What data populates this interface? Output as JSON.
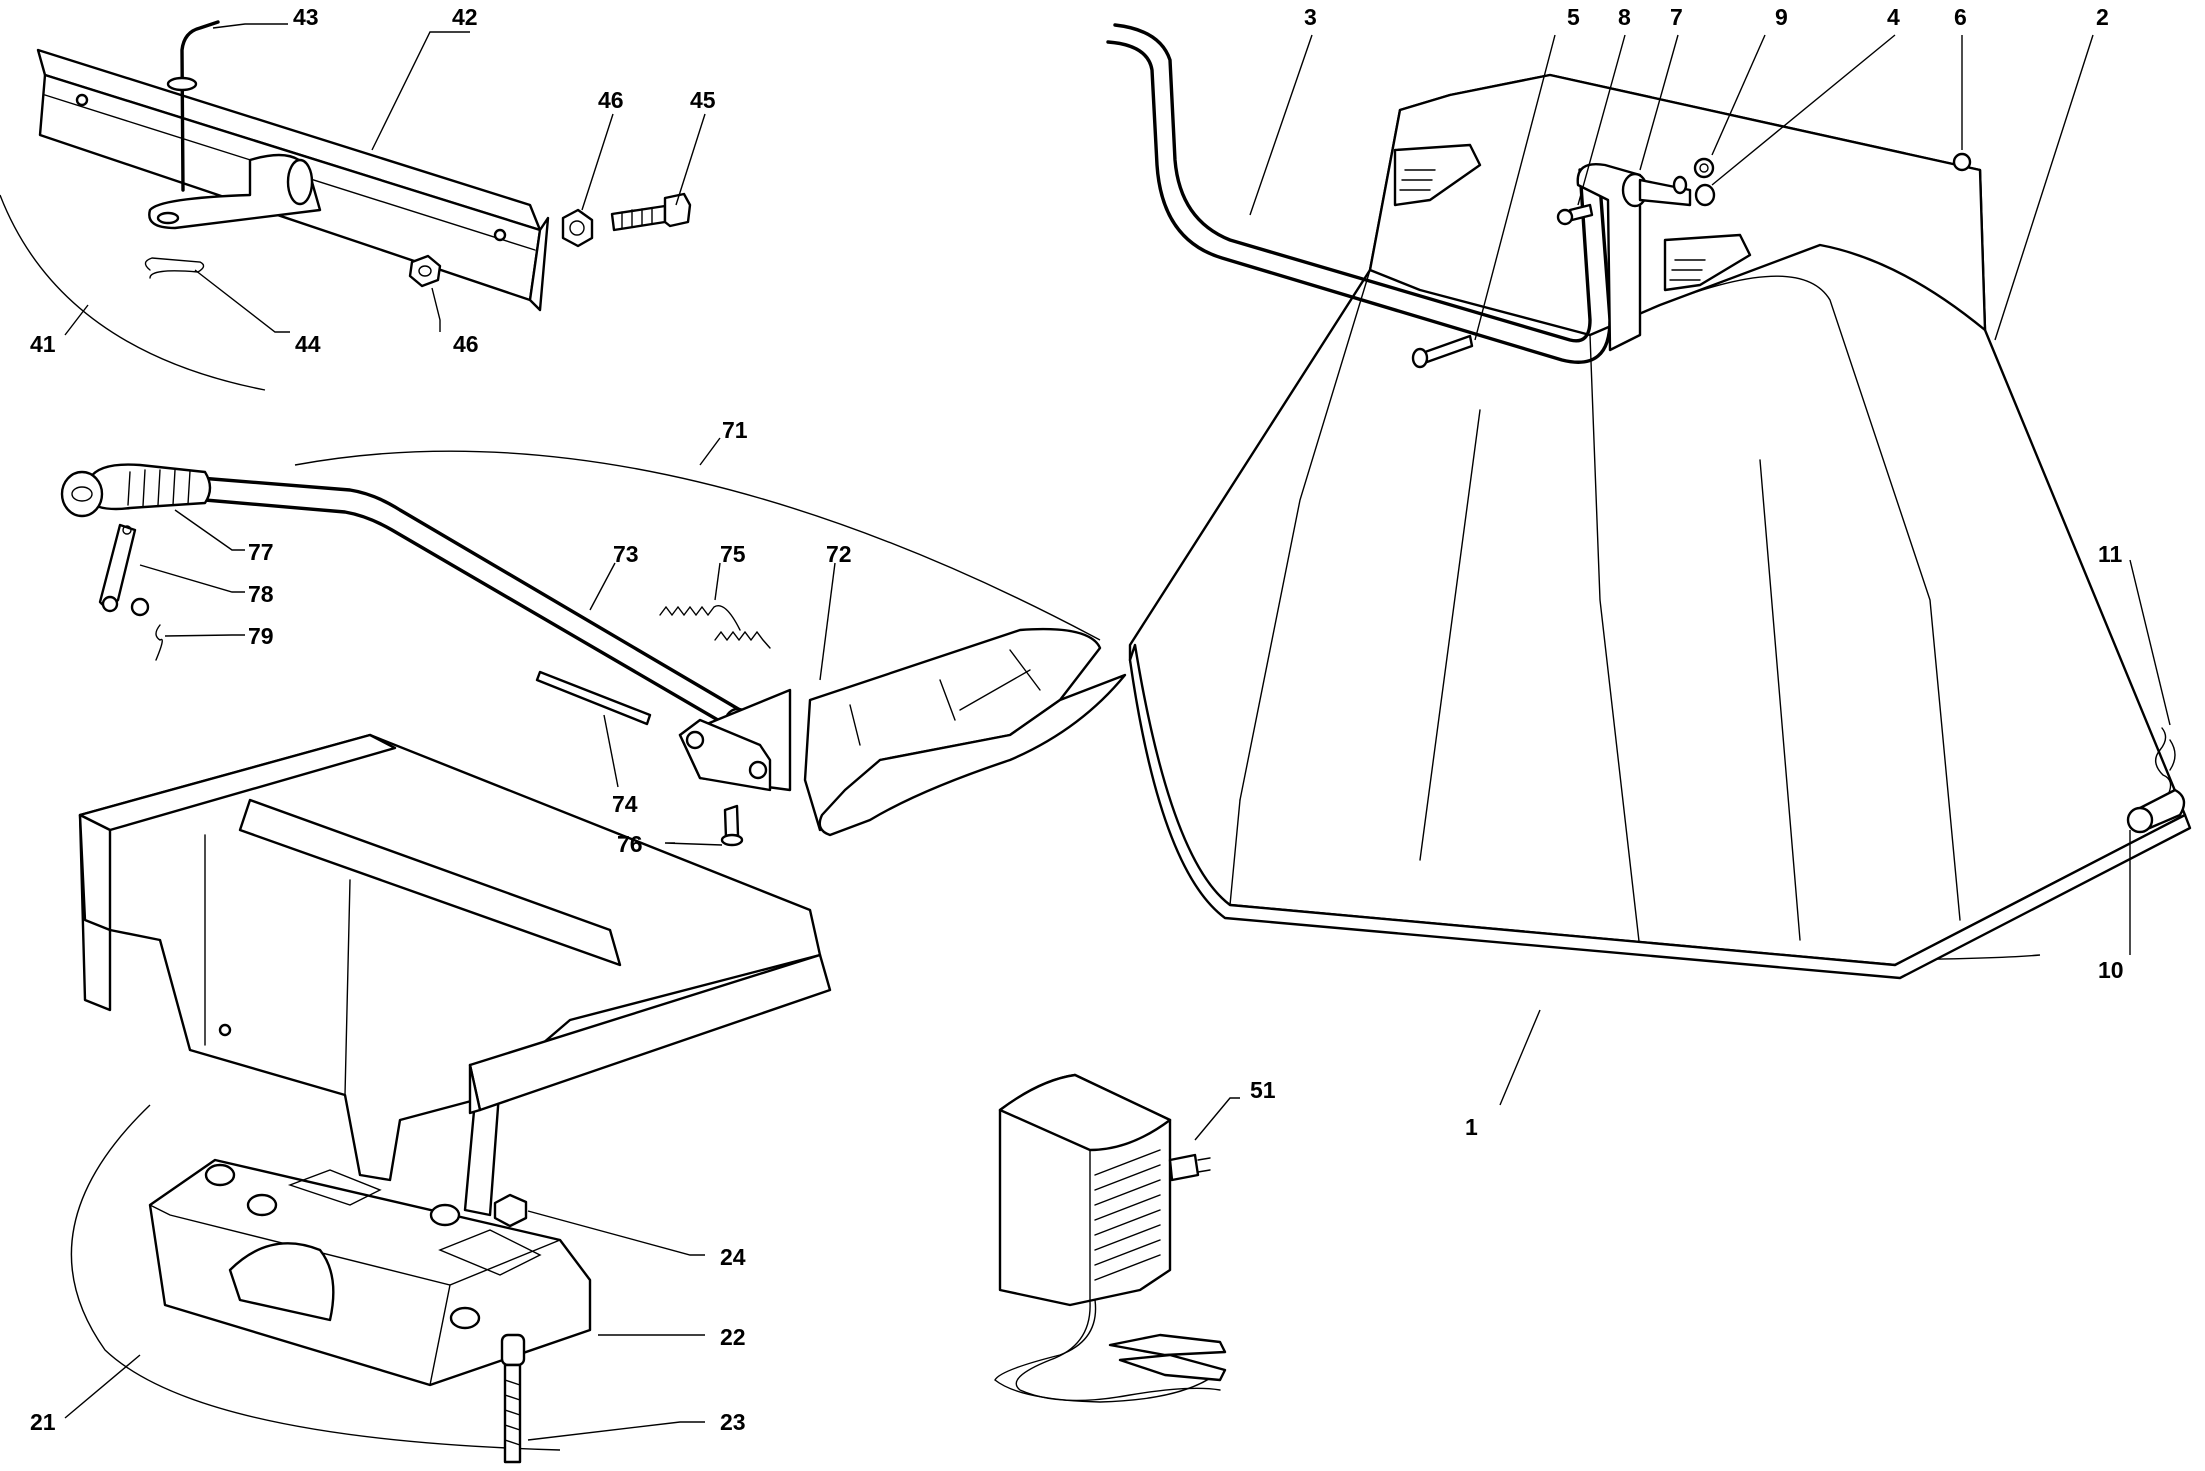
{
  "diagram": {
    "labels": [
      {
        "id": "43",
        "text": "43"
      },
      {
        "id": "42",
        "text": "42"
      },
      {
        "id": "46a",
        "text": "46"
      },
      {
        "id": "45",
        "text": "45"
      },
      {
        "id": "41",
        "text": "41"
      },
      {
        "id": "44",
        "text": "44"
      },
      {
        "id": "46b",
        "text": "46"
      },
      {
        "id": "71",
        "text": "71"
      },
      {
        "id": "73",
        "text": "73"
      },
      {
        "id": "75",
        "text": "75"
      },
      {
        "id": "72",
        "text": "72"
      },
      {
        "id": "77",
        "text": "77"
      },
      {
        "id": "78",
        "text": "78"
      },
      {
        "id": "79",
        "text": "79"
      },
      {
        "id": "74",
        "text": "74"
      },
      {
        "id": "76",
        "text": "76"
      },
      {
        "id": "3",
        "text": "3"
      },
      {
        "id": "5",
        "text": "5"
      },
      {
        "id": "8",
        "text": "8"
      },
      {
        "id": "7",
        "text": "7"
      },
      {
        "id": "9",
        "text": "9"
      },
      {
        "id": "4",
        "text": "4"
      },
      {
        "id": "6",
        "text": "6"
      },
      {
        "id": "2",
        "text": "2"
      },
      {
        "id": "11",
        "text": "11"
      },
      {
        "id": "10",
        "text": "10"
      },
      {
        "id": "1",
        "text": "1"
      },
      {
        "id": "51",
        "text": "51"
      },
      {
        "id": "24",
        "text": "24"
      },
      {
        "id": "22",
        "text": "22"
      },
      {
        "id": "21",
        "text": "21"
      },
      {
        "id": "23",
        "text": "23"
      }
    ]
  }
}
